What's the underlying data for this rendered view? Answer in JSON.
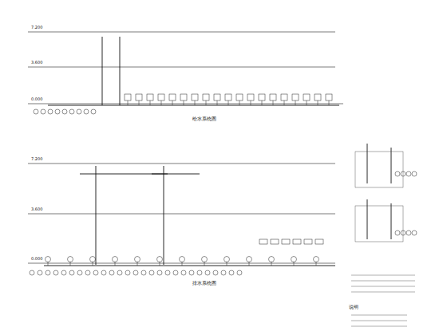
{
  "diagram": {
    "labels": [
      "给水系统图",
      "排水系统图",
      "说明",
      "7.200",
      "3.600",
      "0.000",
      "7.200",
      "3.600",
      "0.000"
    ]
  }
}
